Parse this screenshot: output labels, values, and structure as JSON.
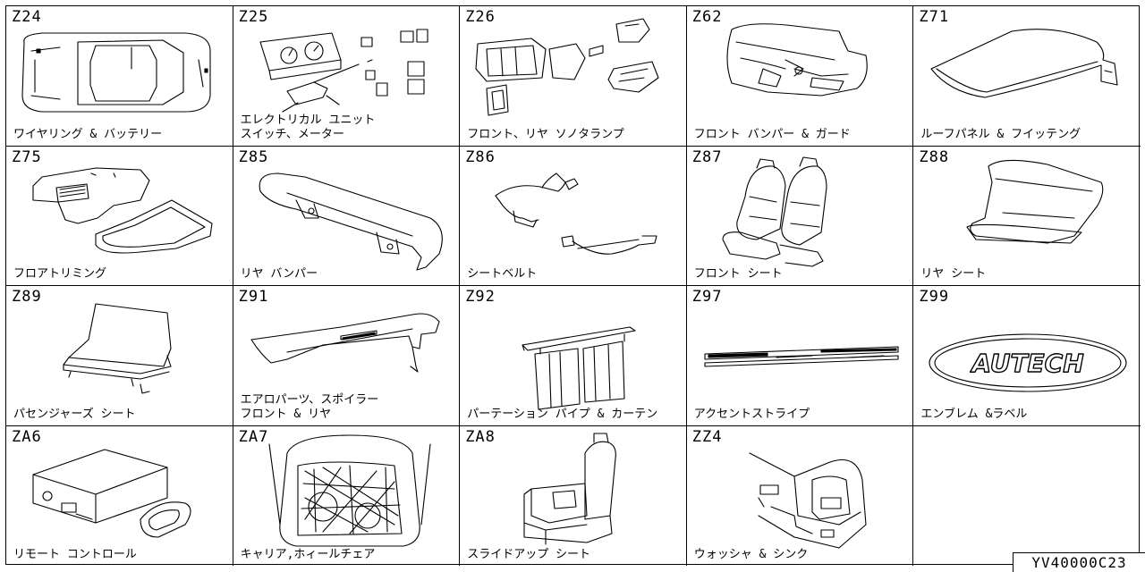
{
  "cells": [
    {
      "code": "Z24",
      "label": "ワイヤリング & バッテリー",
      "icon": "wiring-harness-car-body"
    },
    {
      "code": "Z25",
      "label": "エレクトリカル ユニット\nスイッチ、メーター",
      "icon": "meter-cluster-switches"
    },
    {
      "code": "Z26",
      "label": "フロント、リヤ ソノタランプ",
      "icon": "lamps"
    },
    {
      "code": "Z62",
      "label": "フロント バンパー & ガード",
      "icon": "front-bumper"
    },
    {
      "code": "Z71",
      "label": "ルーフパネル & フイッテング",
      "icon": "roof-panel"
    },
    {
      "code": "Z75",
      "label": "フロアトリミング",
      "icon": "floor-mats"
    },
    {
      "code": "Z85",
      "label": "リヤ バンパー",
      "icon": "rear-bumper"
    },
    {
      "code": "Z86",
      "label": "シートベルト",
      "icon": "seat-belt"
    },
    {
      "code": "Z87",
      "label": "フロント シート",
      "icon": "front-seats"
    },
    {
      "code": "Z88",
      "label": "リヤ シート",
      "icon": "rear-seat"
    },
    {
      "code": "Z89",
      "label": "パセンジャーズ シート",
      "icon": "passenger-seat"
    },
    {
      "code": "Z91",
      "label": "エアロパーツ、スポイラー\nフロント & リヤ",
      "icon": "spoiler"
    },
    {
      "code": "Z92",
      "label": "パーテーション パイプ & カーテン",
      "icon": "partition-curtain"
    },
    {
      "code": "Z97",
      "label": "アクセントストライプ",
      "icon": "accent-stripe"
    },
    {
      "code": "Z99",
      "label": "エンブレム &ラベル",
      "icon": "emblem",
      "emblem_text": "AUTECH"
    },
    {
      "code": "ZA6",
      "label": "リモート コントロール",
      "icon": "remote-control-unit"
    },
    {
      "code": "ZA7",
      "label": "キャリア,ホィールチェア",
      "icon": "cargo-net"
    },
    {
      "code": "ZA8",
      "label": "スライドアップ シート",
      "icon": "slide-up-seat"
    },
    {
      "code": "ZZ4",
      "label": "ウォッシャ & シンク",
      "icon": "washer-sink"
    },
    {
      "code": "",
      "label": "",
      "icon": ""
    }
  ],
  "doc_id": "YV40000C23"
}
